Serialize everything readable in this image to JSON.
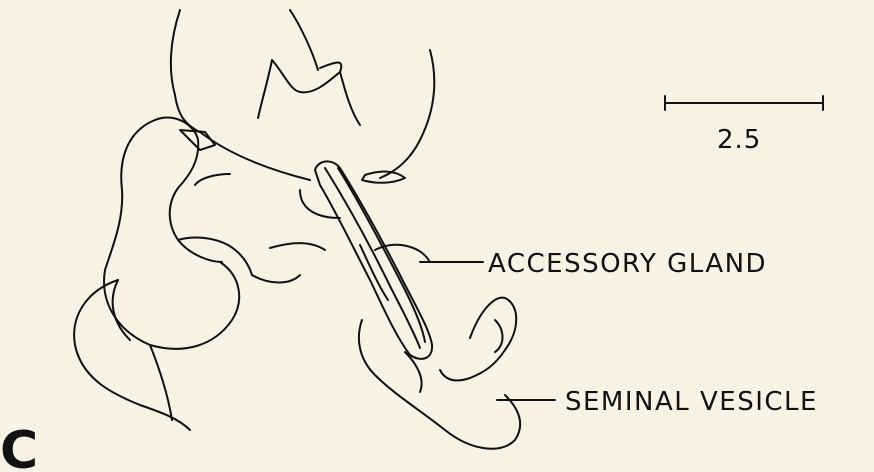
{
  "figure": {
    "panel_letter": "C",
    "scale_bar": {
      "value_label": "2.5"
    },
    "labels": {
      "accessory_gland": "ACCESSORY GLAND",
      "seminal_vesicle": "SEMINAL VESICLE"
    }
  },
  "colors": {
    "background": "#f6f2e4",
    "ink": "#111111"
  }
}
